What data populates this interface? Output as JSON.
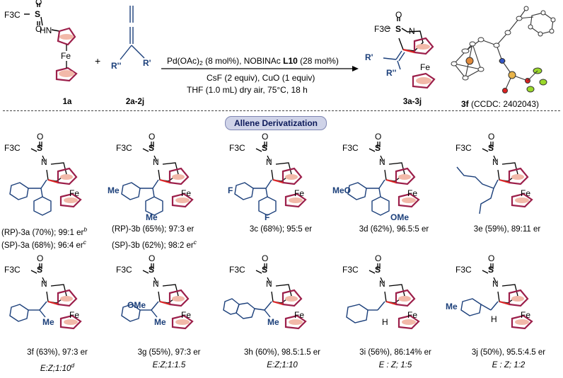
{
  "reaction": {
    "sm1": {
      "cf3": "F3C",
      "s": "S",
      "o": "O",
      "nh": "HN",
      "fe": "Fe",
      "label": "1a"
    },
    "plus": "+",
    "sm2": {
      "r2": "R''",
      "r1": "R'",
      "label": "2a-2j"
    },
    "conditions": {
      "line1_pre": "Pd(OAc)",
      "line1_sub": "2",
      "line1_mid": " (8 mol%), NOBINAc ",
      "line1_bold": "L10",
      "line1_post": " (28 mol%)",
      "line2": "CsF (2 equiv), CuO (1 equiv)",
      "line3": "THF (1.0 mL) dry air, 75°C, 18 h"
    },
    "product": {
      "r1": "R'",
      "r2": "R''",
      "label": "3a-3j"
    },
    "xray": {
      "label": "3f",
      "ccdc": " (CCDC: 2402043)"
    }
  },
  "banner": "Allene Derivatization",
  "compounds": [
    {
      "id": "3a",
      "line1": "(RP)-3a (70%); 99:1 er",
      "line1_sup": "b",
      "line2": "(SP)-3a (68%); 96:4 er",
      "line2_sup": "c"
    },
    {
      "id": "3b",
      "line1": "(RP)-3b (65%); 97:3 er",
      "line2": "(SP)-3b (62%); 98:2 er",
      "line2_sup": "c"
    },
    {
      "id": "3c",
      "line1": "3c (68%);  95:5 er"
    },
    {
      "id": "3d",
      "line1": "3d (62%), 96.5:5 er"
    },
    {
      "id": "3e",
      "line1": "3e (59%), 89:11 er"
    },
    {
      "id": "3f",
      "line1": "3f (63%), 97:3 er",
      "line2": "E:Z;1:10",
      "line2_sup": "d"
    },
    {
      "id": "3g",
      "line1": "3g (55%), 97:3 er",
      "line2": "E:Z;1:1.5"
    },
    {
      "id": "3h",
      "line1": "3h (60%), 98.5:1.5 er",
      "line2": "E:Z;1:10"
    },
    {
      "id": "3i",
      "line1": "3i (56%), 86:14% er",
      "line2": "E : Z; 1:5"
    },
    {
      "id": "3j",
      "line1": "3j (50%), 95.5:4.5 er",
      "line2": "E : Z; 1:2"
    }
  ],
  "atoms": {
    "cf3": "F3C",
    "s": "S",
    "o": "O",
    "n": "N",
    "fe": "Fe",
    "me": "Me",
    "f": "F",
    "meo": "MeO",
    "ome": "OMe",
    "h": "H"
  },
  "colors": {
    "ring": "#9c1f4a",
    "sub": "#1b3f7a",
    "bond": "#e0282a",
    "fill": "#f2b9a9",
    "banner": "#cfd3e8"
  }
}
